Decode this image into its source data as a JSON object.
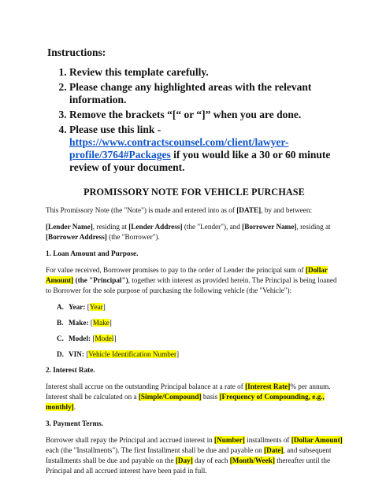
{
  "instructions": {
    "heading": "Instructions:",
    "items": [
      "Review this template carefully.",
      "Please change any highlighted areas with the relevant information.",
      "Remove the brackets “[“ or “]” when you are done.",
      "Please use this link - "
    ],
    "link_text": "https://www.contractscounsel.com/client/lawyer-profile/3764#Packages",
    "link_suffix": " if you would like a 30 or 60 minute review of your document."
  },
  "document": {
    "title": "PROMISSORY NOTE FOR VEHICLE PURCHASE",
    "intro": {
      "pre": "This Promissory Note (the \"Note\") is made and entered into as of ",
      "date": "[DATE]",
      "post": ", by and between:"
    },
    "parties": {
      "lender_name": "[Lender Name]",
      "t1": ", residing at ",
      "lender_address": "[Lender Address]",
      "t2": " (the \"Lender\"), and ",
      "borrower_name": "[Borrower Name]",
      "t3": ", residing at ",
      "borrower_address": "[Borrower Address]",
      "t4": " (the \"Borrower\")."
    },
    "section1": {
      "heading": "1. Loan Amount and Purpose.",
      "p_pre": "For value received, Borrower promises to pay to the order of Lender the principal sum of ",
      "amount": "[Dollar Amount]",
      "principal_label": " (the \"Principal\")",
      "p_post": ", together with interest as provided herein. The Principal is being loaned to Borrower for the sole purpose of purchasing the following vehicle (the \"Vehicle\"):",
      "vehicle_items": [
        {
          "letter": "A.",
          "label": "Year:",
          "open": "[",
          "value": "Year",
          "close": "]"
        },
        {
          "letter": "B.",
          "label": "Make:",
          "open": "[",
          "value": "Make",
          "close": "]"
        },
        {
          "letter": "C.",
          "label": "Model:",
          "open": "[",
          "value": "Model",
          "close": "]"
        },
        {
          "letter": "D.",
          "label": "VIN:",
          "open": "[",
          "value": "Vehicle Identification Number",
          "close": "]"
        }
      ]
    },
    "section2": {
      "heading": "2. Interest Rate.",
      "p_pre": "Interest shall accrue on the outstanding Principal balance at a rate of ",
      "rate": "[Interest Rate]",
      "p_mid": "% per annum. Interest shall be calculated on a ",
      "type": "[Simple/Compound]",
      "p_mid2": " basis ",
      "frequency": "[Frequency of Compounding, e.g., monthly]",
      "p_end": "."
    },
    "section3": {
      "heading": "3. Payment Terms.",
      "p_pre": "Borrower shall repay the Principal and accrued interest in ",
      "number": "[Number]",
      "p_mid": " installments of ",
      "amount": "[Dollar Amount]",
      "p_mid2": " each (the \"Installments\"). The first Installment shall be due and payable on ",
      "date": "[Date]",
      "p_mid3": ", and subsequent Installments shall be due and payable on the ",
      "day": "[Day]",
      "p_mid4": " day of each ",
      "period": "[Month/Week]",
      "p_end": " thereafter until the Principal and all accrued interest have been paid in full."
    }
  },
  "colors": {
    "highlight": "#ffff00",
    "link": "#1155cc"
  }
}
